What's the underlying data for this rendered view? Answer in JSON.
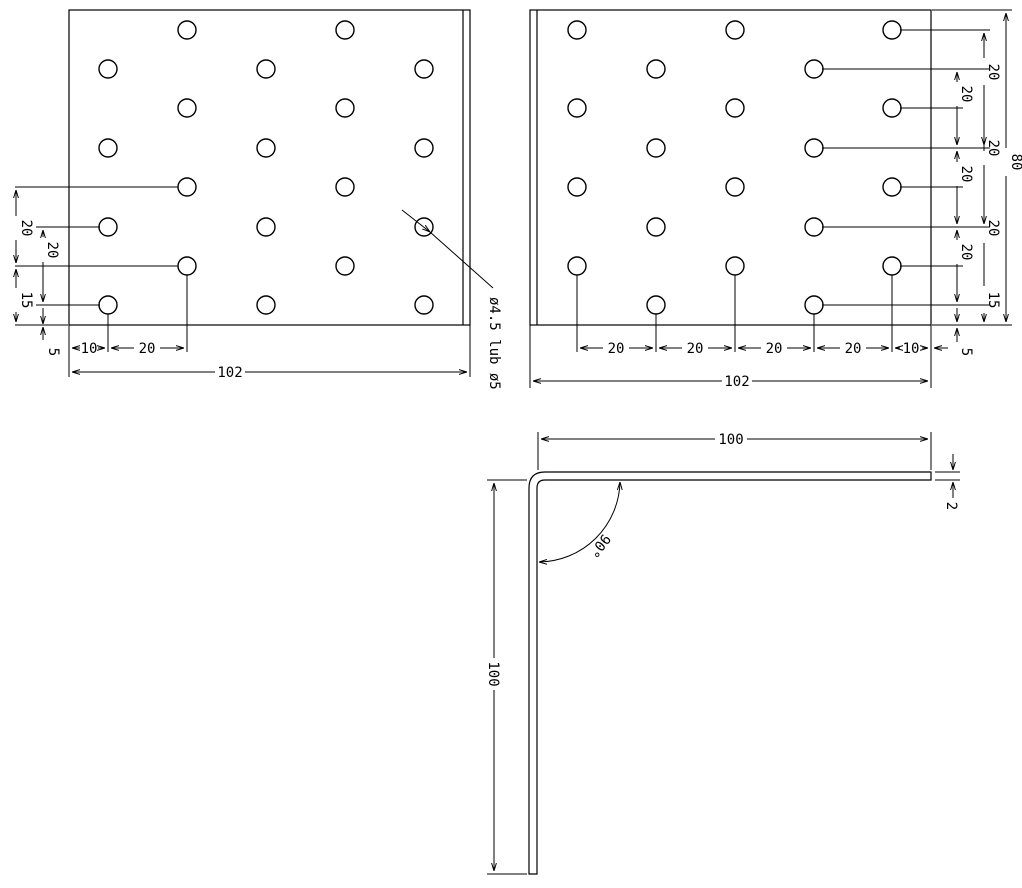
{
  "left_view": {
    "dim_overall_width": "102",
    "dim_edge_x": "10",
    "dim_pitch_x": "20",
    "dim_bottom_margin": "5",
    "dim_row_pitch": "20",
    "dim_row_pitch_offset": "20",
    "dim_edge_y": "15",
    "hole_callout": "ø4.5 lub ø5"
  },
  "right_view": {
    "dim_overall_width": "102",
    "dim_pitch_1": "20",
    "dim_pitch_2": "20",
    "dim_pitch_3": "20",
    "dim_pitch_4": "20",
    "dim_edge_x": "10",
    "dim_margin_x": "5",
    "dim_height": "80",
    "dim_right_1": "20",
    "dim_right_2": "20",
    "dim_right_3": "20",
    "dim_right_4": "15",
    "dim_inner_1": "20",
    "dim_inner_2": "20",
    "dim_inner_3": "20"
  },
  "side_view": {
    "dim_leg_horizontal": "100",
    "dim_leg_vertical": "100",
    "dim_thickness": "2",
    "dim_angle": "90°"
  }
}
